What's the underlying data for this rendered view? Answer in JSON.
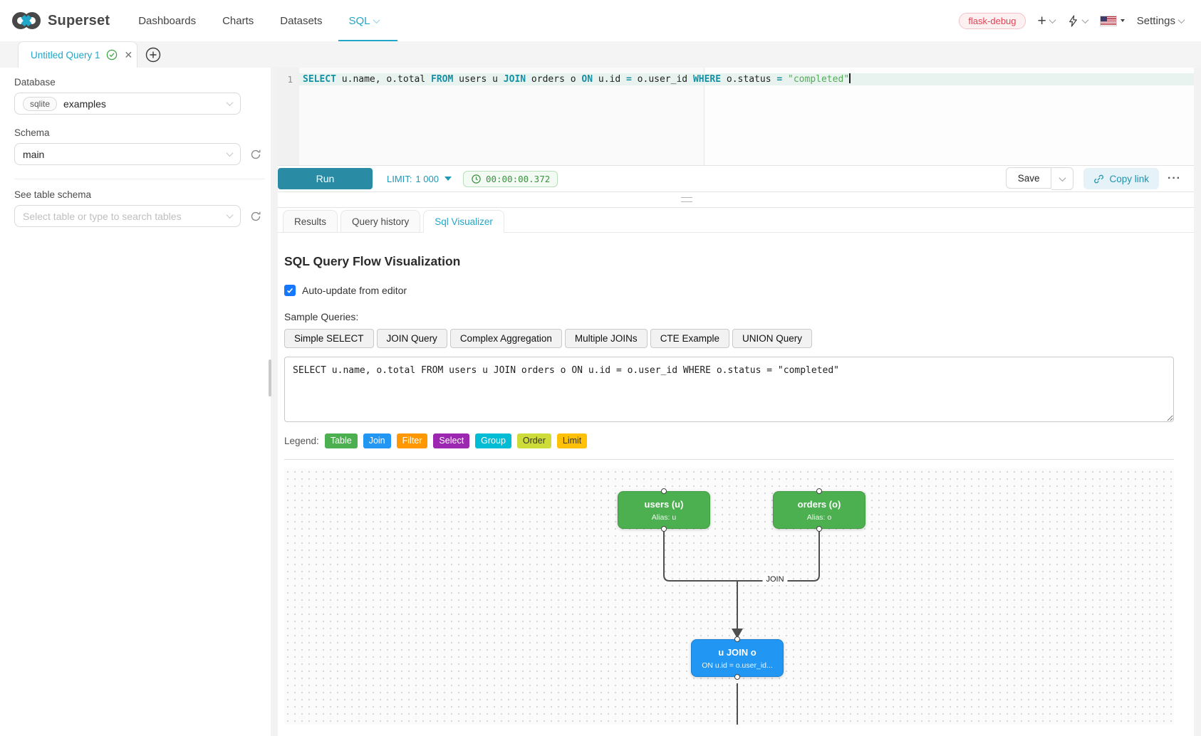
{
  "brand": "Superset",
  "nav": {
    "items": [
      "Dashboards",
      "Charts",
      "Datasets",
      "SQL"
    ],
    "env_badge": "flask-debug",
    "settings": "Settings"
  },
  "query_tab": {
    "title": "Untitled Query 1"
  },
  "sidebar": {
    "database_label": "Database",
    "database_engine": "sqlite",
    "database_name": "examples",
    "schema_label": "Schema",
    "schema_value": "main",
    "table_schema_label": "See table schema",
    "table_placeholder": "Select table or type to search tables"
  },
  "editor": {
    "line_number": "1",
    "tokens": [
      {
        "t": "kw",
        "v": "SELECT"
      },
      {
        "t": "txt",
        "v": " u.name, o.total "
      },
      {
        "t": "kw",
        "v": "FROM"
      },
      {
        "t": "txt",
        "v": " users u "
      },
      {
        "t": "kw",
        "v": "JOIN"
      },
      {
        "t": "txt",
        "v": " orders o "
      },
      {
        "t": "kw",
        "v": "ON"
      },
      {
        "t": "txt",
        "v": " u.id "
      },
      {
        "t": "op",
        "v": "="
      },
      {
        "t": "txt",
        "v": " o.user_id "
      },
      {
        "t": "kw",
        "v": "WHERE"
      },
      {
        "t": "txt",
        "v": " o.status "
      },
      {
        "t": "op",
        "v": "="
      },
      {
        "t": "txt",
        "v": " "
      },
      {
        "t": "str",
        "v": "\"completed\""
      }
    ]
  },
  "toolbar": {
    "run": "Run",
    "limit_label": "LIMIT:",
    "limit_value": "1 000",
    "elapsed": "00:00:00.372",
    "save": "Save",
    "copy_link": "Copy link",
    "more": "···"
  },
  "result_tabs": {
    "results": "Results",
    "history": "Query history",
    "visualizer": "Sql Visualizer"
  },
  "visualizer": {
    "title": "SQL Query Flow Visualization",
    "auto_update": "Auto-update from editor",
    "sample_label": "Sample Queries:",
    "samples": [
      "Simple SELECT",
      "JOIN Query",
      "Complex Aggregation",
      "Multiple JOINs",
      "CTE Example",
      "UNION Query"
    ],
    "sql_text": "SELECT u.name, o.total FROM users u JOIN orders o ON u.id = o.user_id WHERE o.status = \"completed\"",
    "legend_label": "Legend:",
    "legend": [
      {
        "label": "Table",
        "bg": "#4caf50",
        "fg": "#ffffff"
      },
      {
        "label": "Join",
        "bg": "#2196f3",
        "fg": "#ffffff"
      },
      {
        "label": "Filter",
        "bg": "#ff9800",
        "fg": "#ffffff"
      },
      {
        "label": "Select",
        "bg": "#9c27b0",
        "fg": "#ffffff"
      },
      {
        "label": "Group",
        "bg": "#00bcd4",
        "fg": "#ffffff"
      },
      {
        "label": "Order",
        "bg": "#cddc39",
        "fg": "#333333"
      },
      {
        "label": "Limit",
        "bg": "#ffc107",
        "fg": "#333333"
      }
    ],
    "flow": {
      "edge_label": "JOIN",
      "nodes": {
        "users": {
          "title": "users (u)",
          "subtitle": "Alias: u",
          "color": "#4caf50"
        },
        "orders": {
          "title": "orders (o)",
          "subtitle": "Alias: o",
          "color": "#4caf50"
        },
        "join": {
          "title": "u JOIN o",
          "subtitle": "ON u.id = o.user_id...",
          "color": "#2196f3"
        }
      }
    }
  },
  "colors": {
    "accent": "#20a7c9"
  }
}
